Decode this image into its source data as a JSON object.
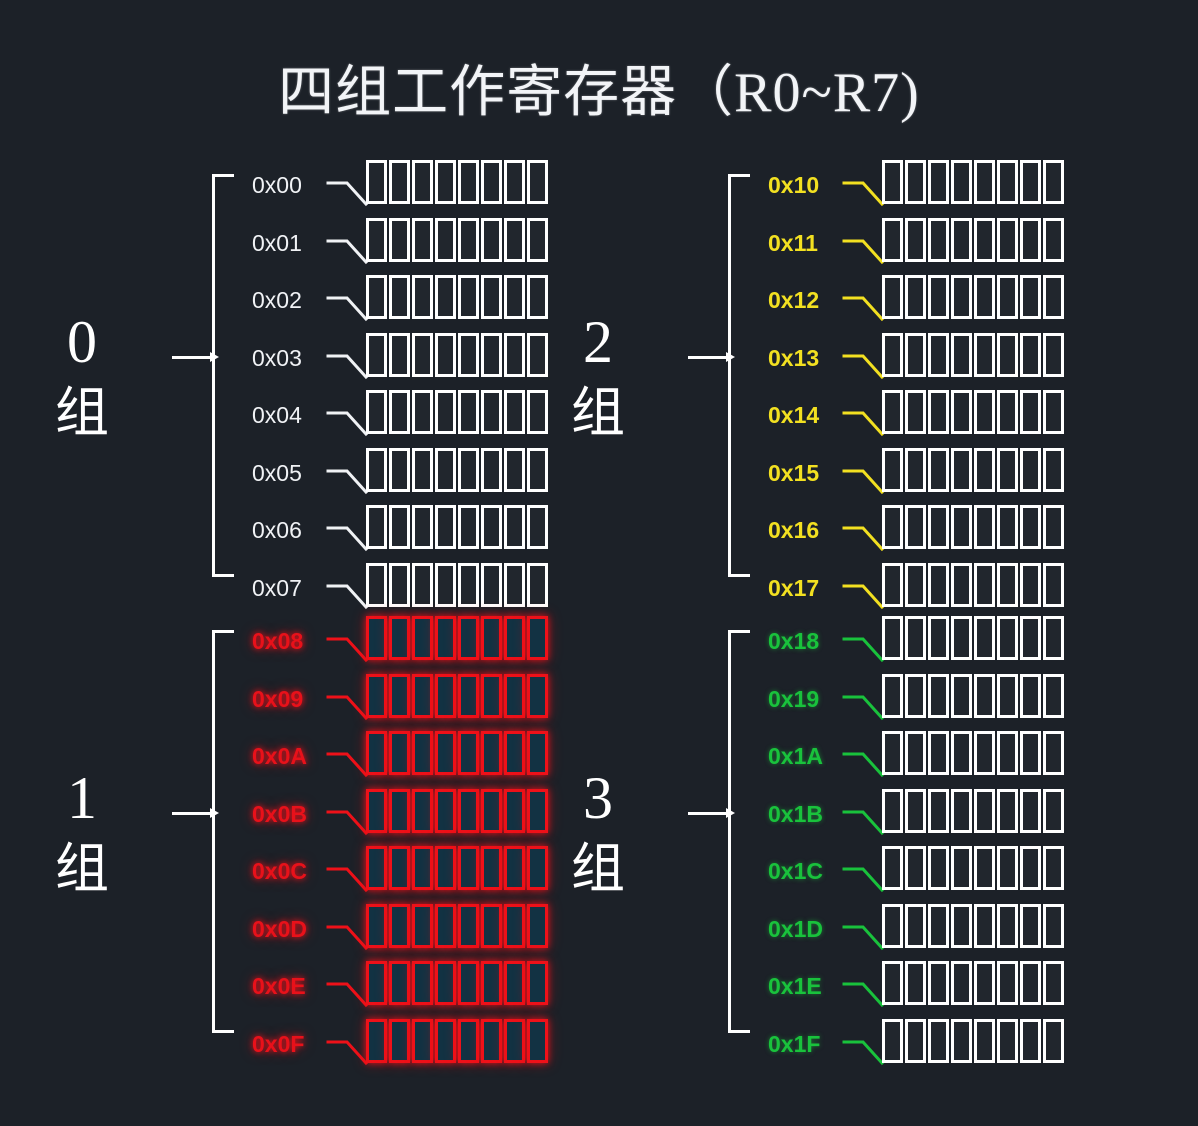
{
  "page": {
    "title": "四组工作寄存器（R0~R7)",
    "background_color": "#1c2128"
  },
  "colors": {
    "white": "#f0f2f5",
    "red": "#ee1119",
    "yellow": "#f2e021",
    "green": "#19c23c",
    "cell_fill": "#21262d",
    "cell_fill_selected": "#123243"
  },
  "group_word": "组",
  "groups": [
    {
      "id": "group-0",
      "digit": "0",
      "word": "组",
      "color": "#f0f2f5",
      "color_name": "white",
      "highlighted": false,
      "bits_per_row": 8,
      "rows": [
        {
          "address": "0x00"
        },
        {
          "address": "0x01"
        },
        {
          "address": "0x02"
        },
        {
          "address": "0x03"
        },
        {
          "address": "0x04"
        },
        {
          "address": "0x05"
        },
        {
          "address": "0x06"
        },
        {
          "address": "0x07"
        }
      ]
    },
    {
      "id": "group-1",
      "digit": "1",
      "word": "组",
      "color": "#ee1119",
      "color_name": "red",
      "highlighted": true,
      "bits_per_row": 8,
      "rows": [
        {
          "address": "0x08"
        },
        {
          "address": "0x09"
        },
        {
          "address": "0x0A"
        },
        {
          "address": "0x0B"
        },
        {
          "address": "0x0C"
        },
        {
          "address": "0x0D"
        },
        {
          "address": "0x0E"
        },
        {
          "address": "0x0F"
        }
      ]
    },
    {
      "id": "group-2",
      "digit": "2",
      "word": "组",
      "color": "#f2e021",
      "color_name": "yellow",
      "highlighted": false,
      "bits_per_row": 8,
      "rows": [
        {
          "address": "0x10"
        },
        {
          "address": "0x11"
        },
        {
          "address": "0x12"
        },
        {
          "address": "0x13"
        },
        {
          "address": "0x14"
        },
        {
          "address": "0x15"
        },
        {
          "address": "0x16"
        },
        {
          "address": "0x17"
        }
      ]
    },
    {
      "id": "group-3",
      "digit": "3",
      "word": "组",
      "color": "#19c23c",
      "color_name": "green",
      "highlighted": false,
      "bits_per_row": 8,
      "rows": [
        {
          "address": "0x18"
        },
        {
          "address": "0x19"
        },
        {
          "address": "0x1A"
        },
        {
          "address": "0x1B"
        },
        {
          "address": "0x1C"
        },
        {
          "address": "0x1D"
        },
        {
          "address": "0x1E"
        },
        {
          "address": "0x1F"
        }
      ]
    }
  ]
}
